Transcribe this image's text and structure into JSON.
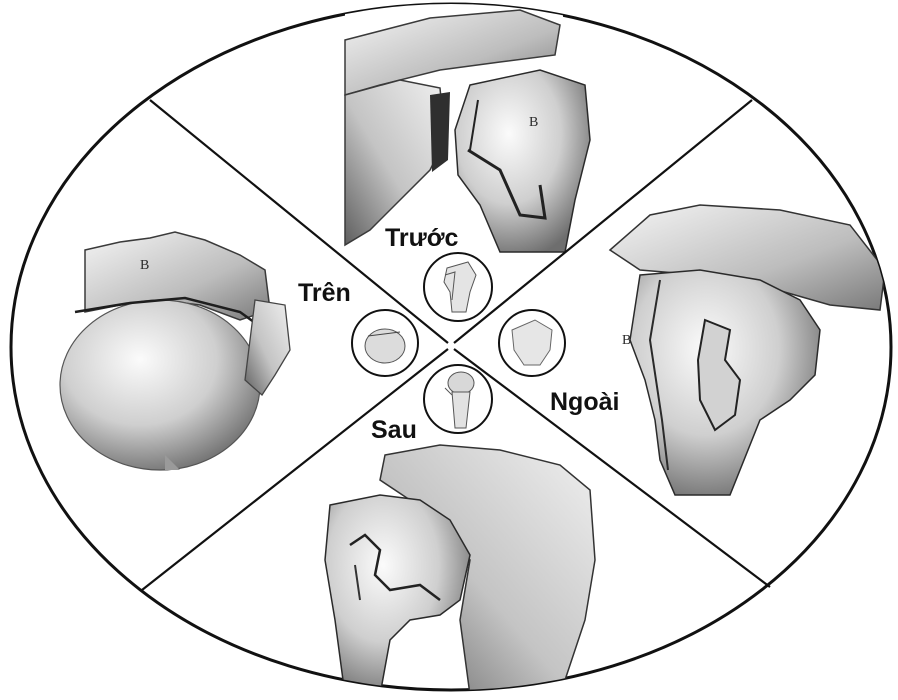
{
  "views": {
    "anterior": {
      "label": "Trước",
      "marker": "B"
    },
    "superior": {
      "label": "Trên",
      "marker": "B"
    },
    "lateral": {
      "label": "Ngoài",
      "marker": "B"
    },
    "posterior": {
      "label": "Sau"
    }
  },
  "colors": {
    "outline": "#111111",
    "bone_light": "#f2f2f2",
    "bone_mid": "#bdbdbd",
    "bone_dark": "#555555",
    "background": "#ffffff"
  }
}
